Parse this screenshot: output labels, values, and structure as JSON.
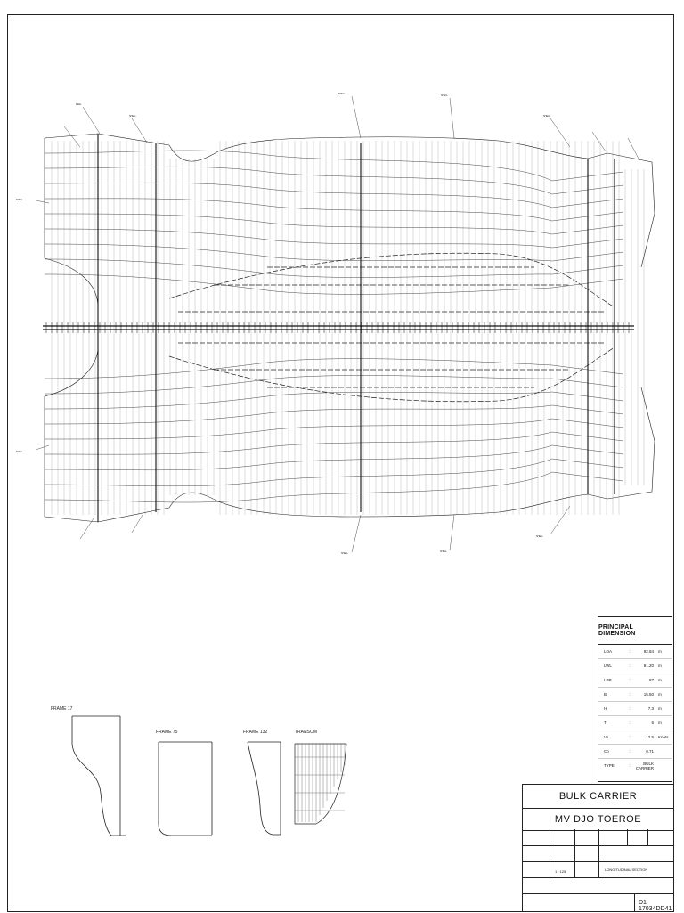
{
  "principal_dimension": {
    "title": "PRINCIPAL DIMENSION",
    "rows": [
      {
        "key": "LOA",
        "value": "92.84",
        "unit": "m"
      },
      {
        "key": "LWL",
        "value": "91.20",
        "unit": "m"
      },
      {
        "key": "LPP",
        "value": "87",
        "unit": "m"
      },
      {
        "key": "B",
        "value": "15.50",
        "unit": "m"
      },
      {
        "key": "H",
        "value": "7.3",
        "unit": "m"
      },
      {
        "key": "T",
        "value": "5",
        "unit": "m"
      },
      {
        "key": "Vs",
        "value": "12.5",
        "unit": "Knots"
      },
      {
        "key": "Cb",
        "value": "0.71",
        "unit": ""
      },
      {
        "key": "TYPE",
        "value": "BULK CARRIER",
        "unit": ""
      }
    ]
  },
  "title_block": {
    "title": "BULK CARRIER",
    "subtitle": "MV DJO TOEROE",
    "drawing_title": "LONGITUDINAL SECTION",
    "drawing_number": "D1 17034DD41",
    "scale": "1 : 125"
  },
  "sections": {
    "frame17": "FRAME 17",
    "frame75": "FRAME 75",
    "frame132": "FRAME 132",
    "transom": "TRANSOM"
  }
}
